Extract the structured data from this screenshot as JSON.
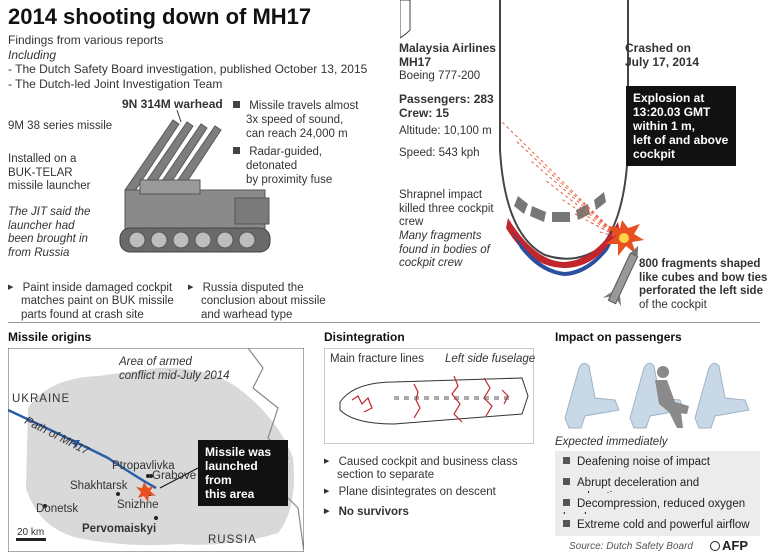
{
  "title": "2014 shooting down of MH17",
  "findings": {
    "line1": "Findings from various reports",
    "line2": "Including",
    "line3": "- The Dutch Safety Board investigation, published October 13, 2015",
    "line4": "- The Dutch-led Joint Investigation Team"
  },
  "missile": {
    "warhead": "9N 314M warhead",
    "series": "9M 38 series missile",
    "launcher": [
      "Installed on a",
      "BUK-TELAR",
      "missile launcher"
    ],
    "jit": [
      "The JIT said the",
      "launcher had",
      "been brought in",
      "from Russia"
    ],
    "specs": [
      [
        "Missile travels almost",
        "3x speed of sound,",
        "can reach 24,000 m"
      ],
      [
        "Radar-guided,",
        "detonated",
        "by proximity fuse"
      ]
    ],
    "notes": [
      [
        "Paint inside damaged cockpit",
        "matches paint on BUK missile",
        "parts found at crash site"
      ],
      [
        "Russia disputed the",
        "conclusion about missile",
        "and warhead type"
      ]
    ]
  },
  "plane": {
    "airline": [
      "Malaysia Airlines",
      "MH17"
    ],
    "model": "Boeing 777-200",
    "passengers": "Passengers: 283",
    "crew": "Crew: 15",
    "altitude": "Altitude: 10,100 m",
    "speed": "Speed: 543 kph",
    "crashed": [
      "Crashed on",
      "July 17, 2014"
    ],
    "explosion": [
      "Explosion at",
      "13:20.03 GMT",
      "within 1 m,",
      "left of and above",
      "cockpit"
    ],
    "shrapnel": [
      "Shrapnel impact",
      "killed three cockpit",
      "crew"
    ],
    "fragments_found": [
      "Many fragments",
      "found in bodies of",
      "cockpit crew"
    ],
    "fragments_shape": [
      "800  fragments shaped",
      "like cubes and bow ties",
      "perforated the left side",
      "of the cockpit"
    ]
  },
  "origins": {
    "heading": "Missile origins",
    "area": [
      "Area of armed",
      "conflict mid-July 2014"
    ],
    "ukraine": "UKRAINE",
    "russia": "RUSSIA",
    "path": "Path of MH17",
    "towns": {
      "ptropavlivka": "Ptropavlivka",
      "grabove": "Grabove",
      "shakhtarsk": "Shakhtarsk",
      "snizhne": "Snizhne",
      "donetsk": "Donetsk",
      "pervomaiskyi": "Pervomaiskyi"
    },
    "launched": [
      "Missile was",
      "launched from",
      "this area"
    ],
    "scale": "20 km"
  },
  "disintegration": {
    "heading": "Disintegration",
    "fracture": "Main fracture lines",
    "fuselage": "Left side fuselage",
    "items": [
      [
        "Caused cockpit and business class",
        "section to separate"
      ],
      [
        "Plane disintegrates on descent"
      ],
      [
        "No survivors"
      ]
    ]
  },
  "impact": {
    "heading": "Impact on passengers",
    "expected": "Expected immediately",
    "items": [
      "Deafening noise of impact",
      "Abrupt deceleration and acceleration",
      "Decompression, reduced oxygen level",
      "Extreme cold and powerful airflow"
    ]
  },
  "source": "Source: Dutch Safety Board",
  "logo": "AFP",
  "colors": {
    "accent_red": "#c0262c",
    "map_fill": "#d9d9d9",
    "path_blue": "#2a5ea8",
    "explosion": "#e85020",
    "seat": "#c8d8e6"
  }
}
